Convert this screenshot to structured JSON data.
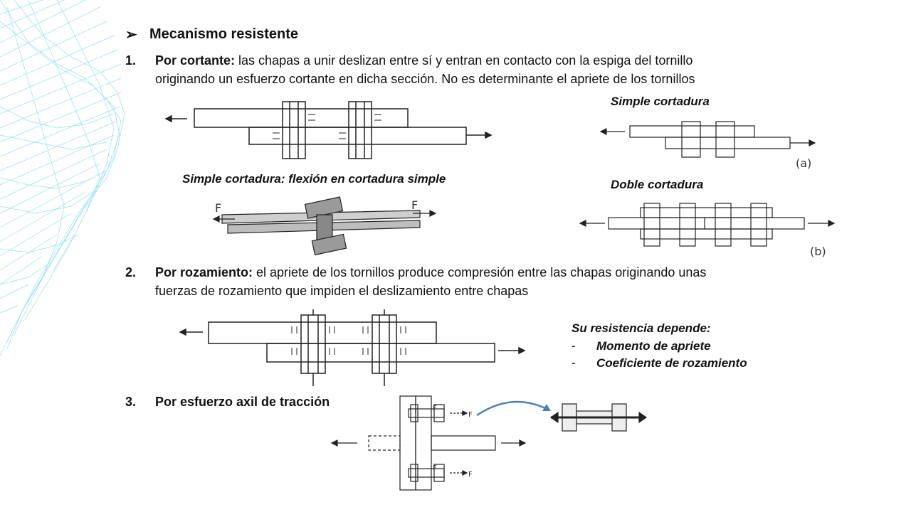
{
  "heading": {
    "bullet": "➢",
    "title": "Mecanismo resistente"
  },
  "item1": {
    "number": "1.",
    "lead": "Por cortante:",
    "line1": " las chapas a unir deslizan entre sí y entran en contacto con la espiga del tornillo",
    "line2": "originando un esfuerzo cortante en dicha sección. No es determinante el apriete de los tornillos",
    "caption_flexion": "Simple cortadura: flexión en cortadura simple",
    "caption_simple": "Simple cortadura",
    "caption_doble": "Doble cortadura",
    "label_a": "(a)",
    "label_b": "(b)",
    "force_label": "F"
  },
  "item2": {
    "number": "2.",
    "lead": "Por rozamiento:",
    "line1": " el apriete de los tornillos produce compresión entre las chapas originando unas",
    "line2": "fuerzas de rozamiento que impiden el deslizamiento entre chapas",
    "resist_title": "Su resistencia depende:",
    "resist_items": [
      "Momento de apriete",
      "Coeficiente de rozamiento"
    ],
    "dash": "-"
  },
  "item3": {
    "number": "3.",
    "text": "Por esfuerzo axil de tracción",
    "force_label": "F"
  },
  "colors": {
    "decoration": "#7fd8ee",
    "curve_arrow": "#4a7fb5",
    "ink": "#222222"
  }
}
